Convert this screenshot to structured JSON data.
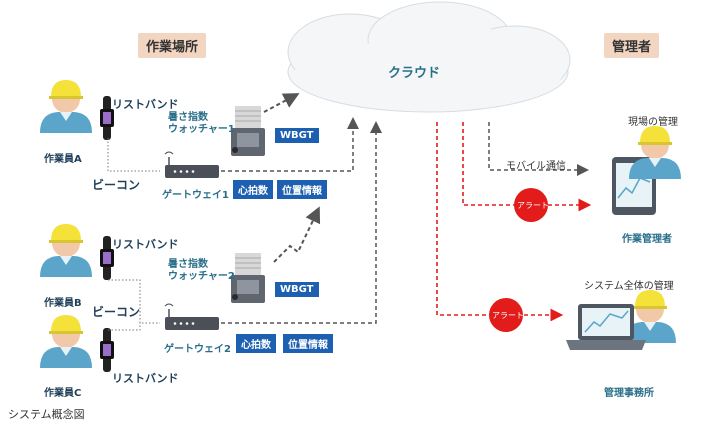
{
  "headers": {
    "worksite": "作業場所",
    "cloud": "クラウド",
    "manager": "管理者"
  },
  "workers": [
    "作業員A",
    "作業員B",
    "作業員C"
  ],
  "wristband": "リストバンド",
  "beacon": "ビーコン",
  "heat_index_1": "暑さ指数\nウォッチャー1",
  "heat_index_2": "暑さ指数\nウォッチャー2",
  "wbgt": "WBGT",
  "gateway_1": "ゲートウェイ1",
  "gateway_2": "ゲートウェイ2",
  "heart_rate": "心拍数",
  "location": "位置情報",
  "mobile_comm": "モバイル通信",
  "alert": "アラート",
  "site_management": "現場の管理",
  "site_manager": "作業管理者",
  "system_management": "システム全体の管理",
  "office": "管理事務所",
  "caption": "システム概念図",
  "colors": {
    "accent_blue": "#1d5fb0",
    "alert_red": "#e21b1b",
    "teal_text": "#2a6f8a",
    "header_bg": "#f3d6c2"
  }
}
